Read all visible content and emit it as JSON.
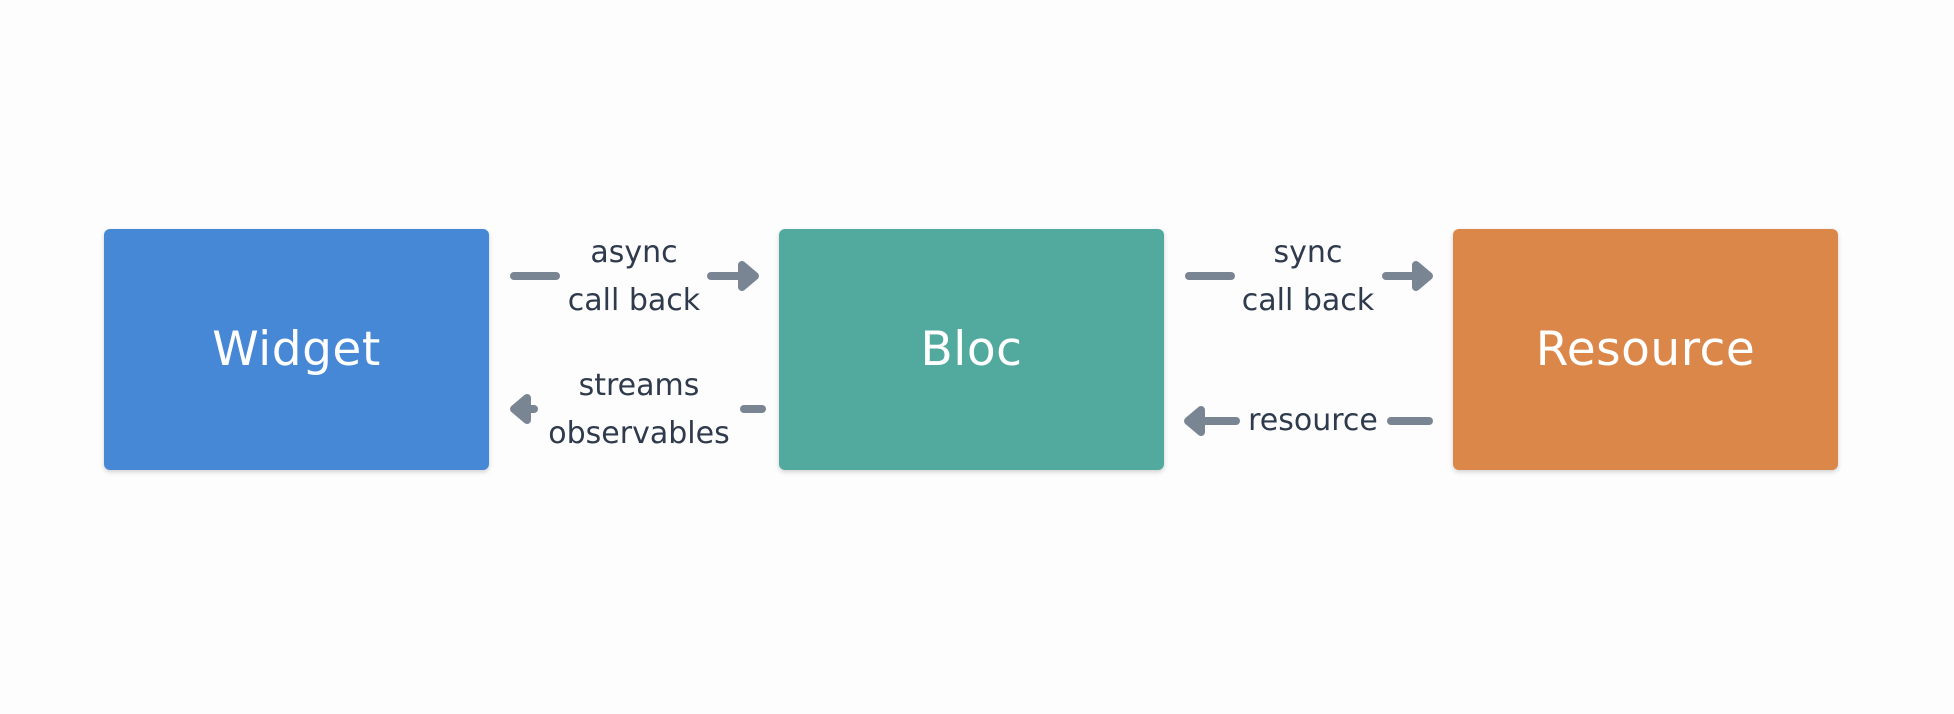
{
  "nodes": {
    "widget": "Widget",
    "bloc": "Bloc",
    "resource": "Resource"
  },
  "edges": {
    "widget_to_bloc": [
      "async",
      "call back"
    ],
    "bloc_to_widget": [
      "streams",
      "observables"
    ],
    "bloc_to_resource": [
      "sync",
      "call back"
    ],
    "resource_to_bloc": [
      "resource"
    ]
  },
  "colors": {
    "widget": "#4688d6",
    "bloc": "#52aa9f",
    "resource": "#da8749",
    "arrow": "#7a8594",
    "label_text": "#2f3a4d"
  }
}
